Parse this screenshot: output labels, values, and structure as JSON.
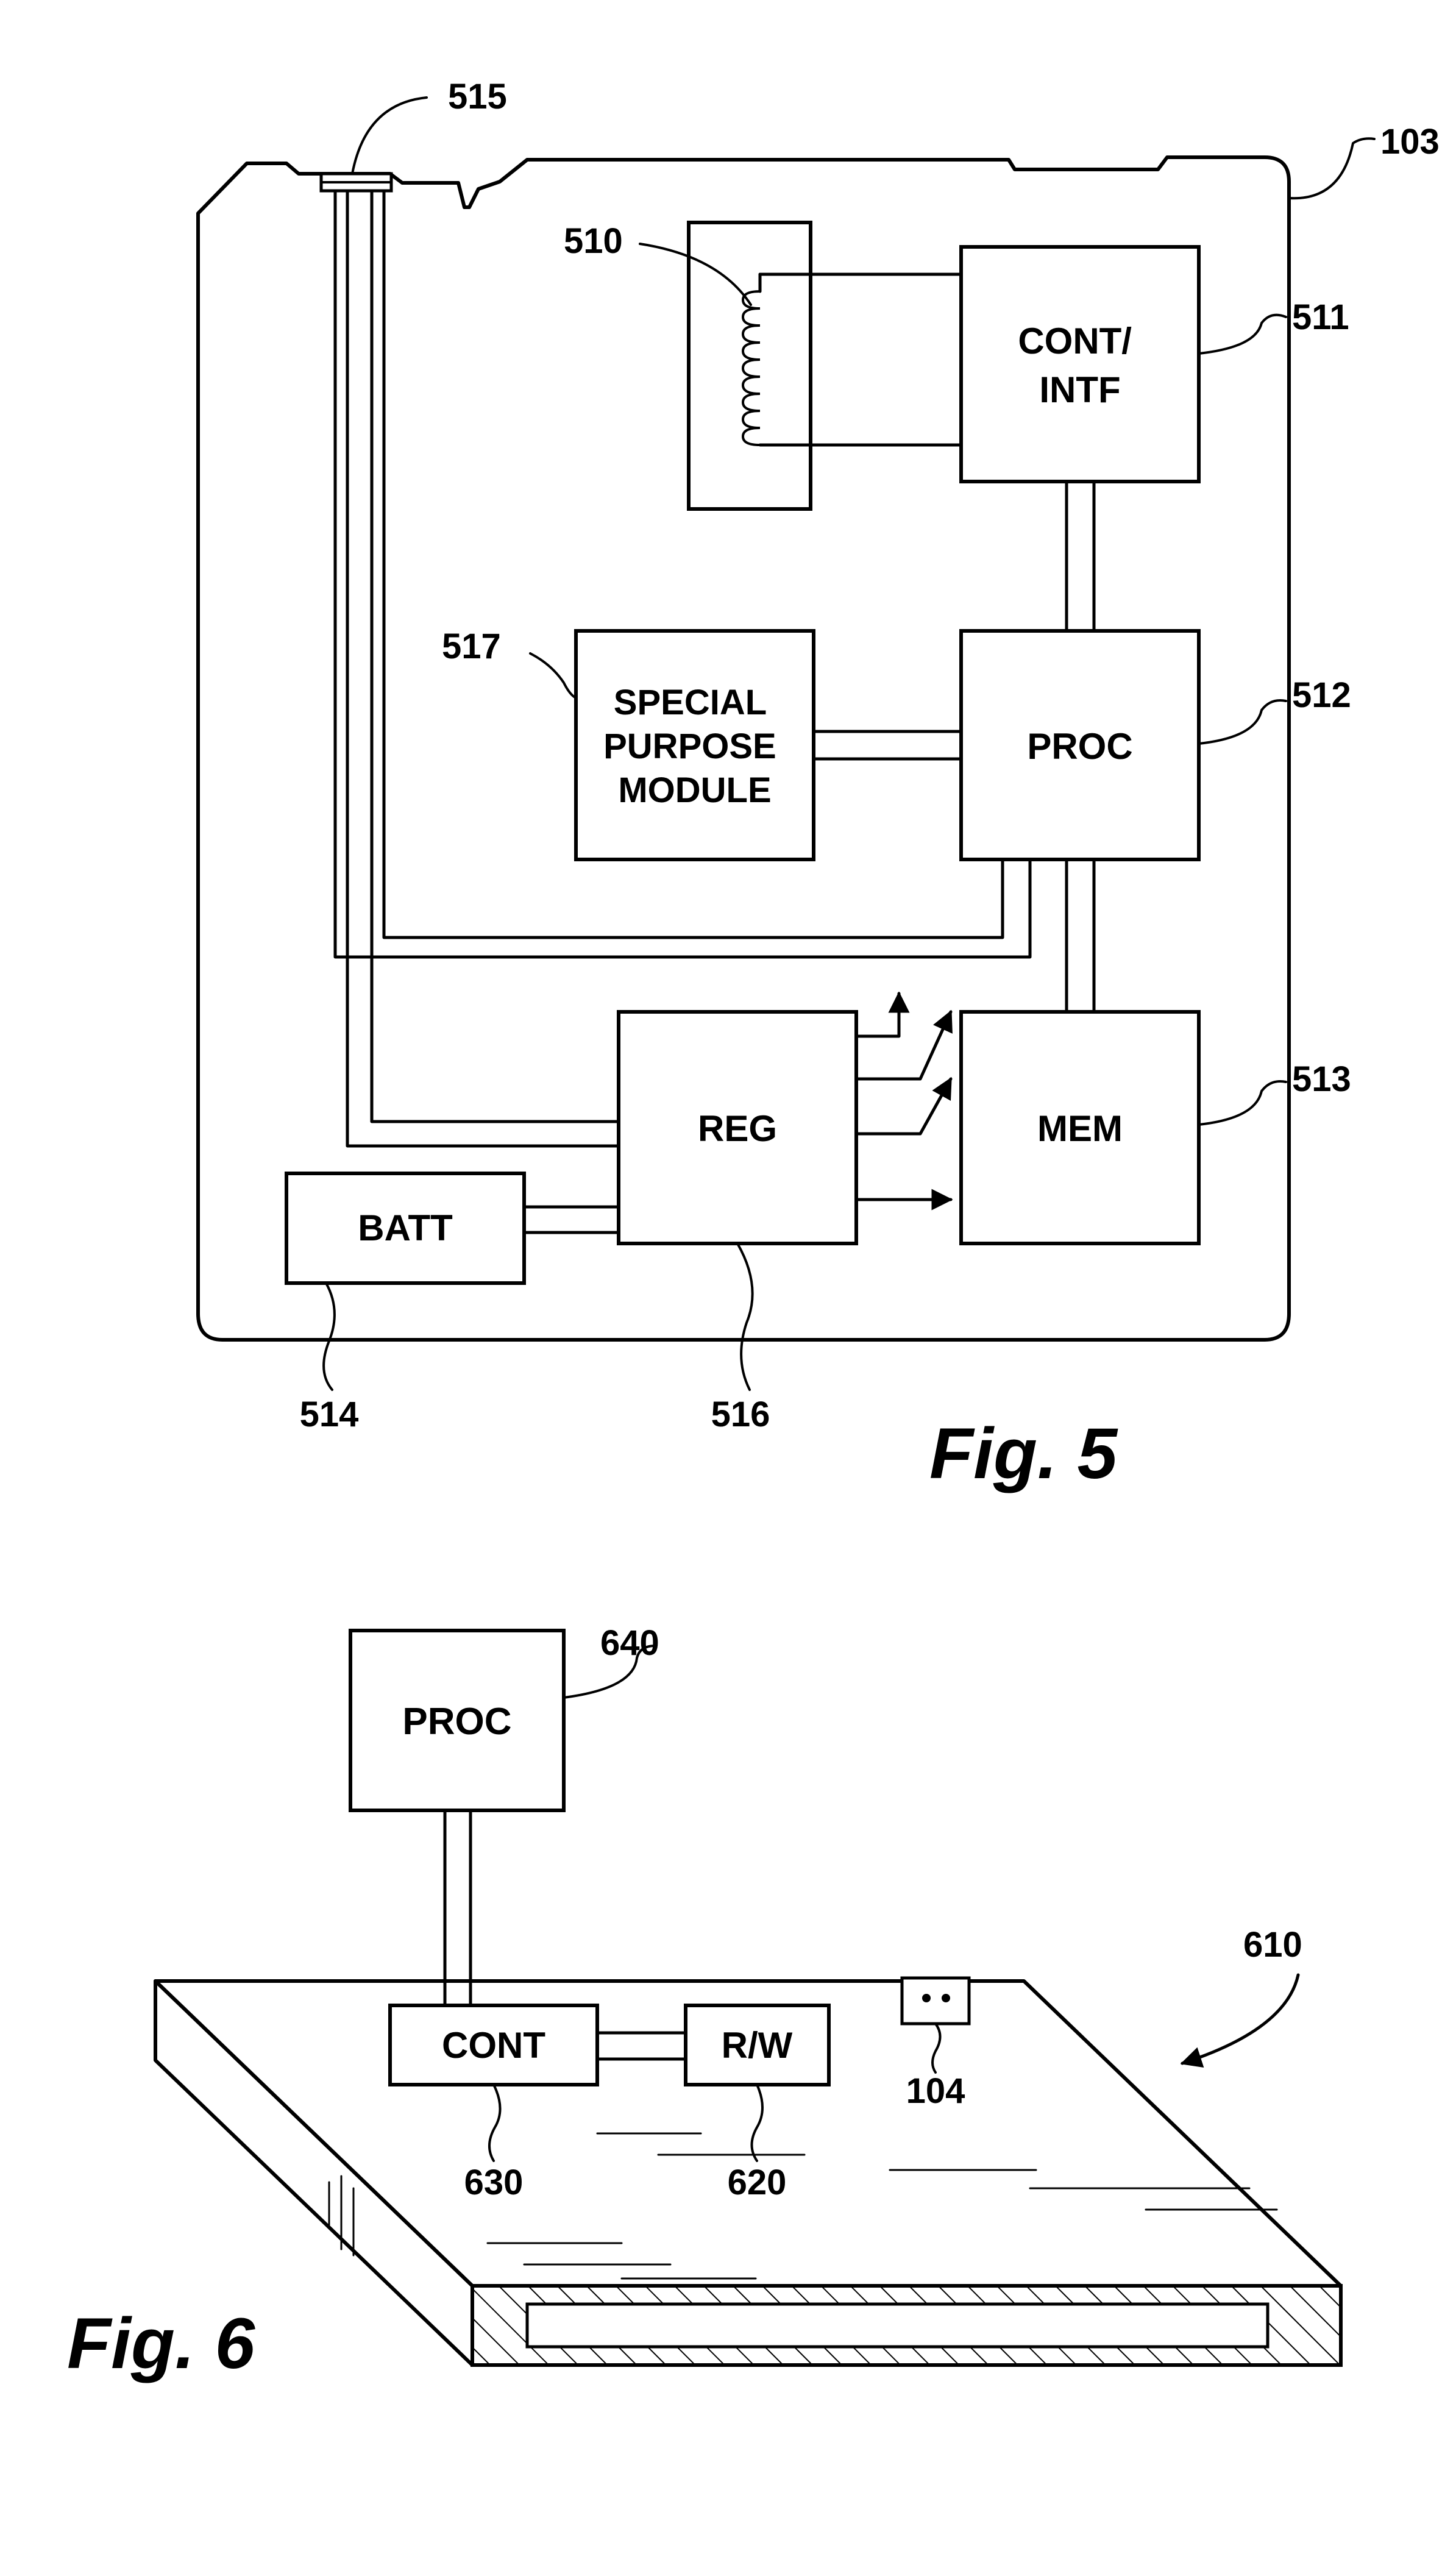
{
  "fig5": {
    "caption": "Fig. 5",
    "refs": {
      "r103": "103",
      "r515": "515",
      "r510": "510",
      "r511": "511",
      "r512": "512",
      "r513": "513",
      "r514": "514",
      "r516": "516",
      "r517": "517"
    },
    "blocks": {
      "cont_intf": [
        "CONT/",
        "INTF"
      ],
      "special": [
        "SPECIAL",
        "PURPOSE",
        "MODULE"
      ],
      "proc": "PROC",
      "reg": "REG",
      "mem": "MEM",
      "batt": "BATT"
    }
  },
  "fig6": {
    "caption": "Fig. 6",
    "refs": {
      "r640": "640",
      "r610": "610",
      "r630": "630",
      "r620": "620",
      "r104": "104"
    },
    "blocks": {
      "proc": "PROC",
      "cont": "CONT",
      "rw": "R/W"
    }
  }
}
